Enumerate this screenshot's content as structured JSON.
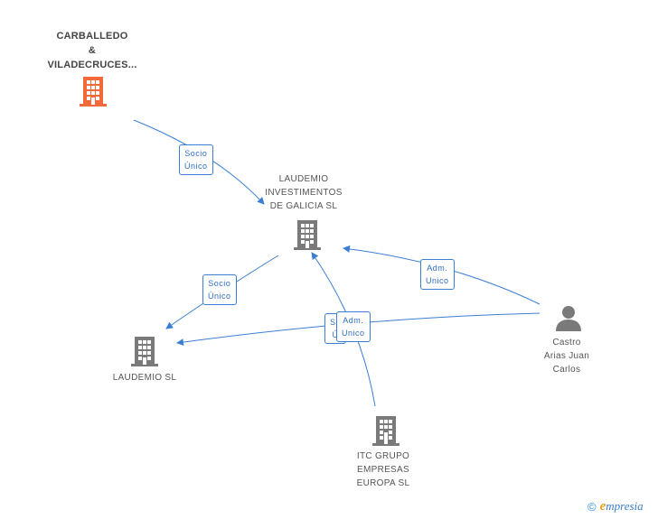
{
  "nodes": {
    "carballedo": {
      "lines": [
        "CARBALLEDO",
        "&",
        "VILADECRUCES..."
      ],
      "icon": "building-icon",
      "color": "#f26a3a"
    },
    "laudemio_investimentos": {
      "lines": [
        "LAUDEMIO",
        "INVESTIMENTOS",
        "DE GALICIA SL"
      ],
      "icon": "building-icon",
      "color": "#7a7a7a"
    },
    "laudemio_sl": {
      "lines": [
        "LAUDEMIO SL"
      ],
      "icon": "building-icon",
      "color": "#7a7a7a"
    },
    "itc_grupo": {
      "lines": [
        "ITC GRUPO",
        "EMPRESAS",
        "EUROPA SL"
      ],
      "icon": "building-icon",
      "color": "#7a7a7a"
    },
    "castro": {
      "lines": [
        "Castro",
        "Arias Juan",
        "Carlos"
      ],
      "icon": "person-icon",
      "color": "#7a7a7a"
    }
  },
  "edges": {
    "e1": {
      "lines": [
        "Socio",
        "Único"
      ]
    },
    "e2": {
      "lines": [
        "Socio",
        "Único"
      ]
    },
    "e3": {
      "lines": [
        "Adm.",
        "Unico"
      ]
    },
    "e4": {
      "lines": [
        "So",
        "Ú"
      ]
    },
    "e5": {
      "lines": [
        "Adm.",
        "Unico"
      ]
    }
  },
  "footer": {
    "copyright": "©",
    "brand_first": "e",
    "brand_rest": "mpresia"
  },
  "colors": {
    "edge": "#3b7fd4",
    "accent": "#f26a3a",
    "building": "#7a7a7a"
  }
}
